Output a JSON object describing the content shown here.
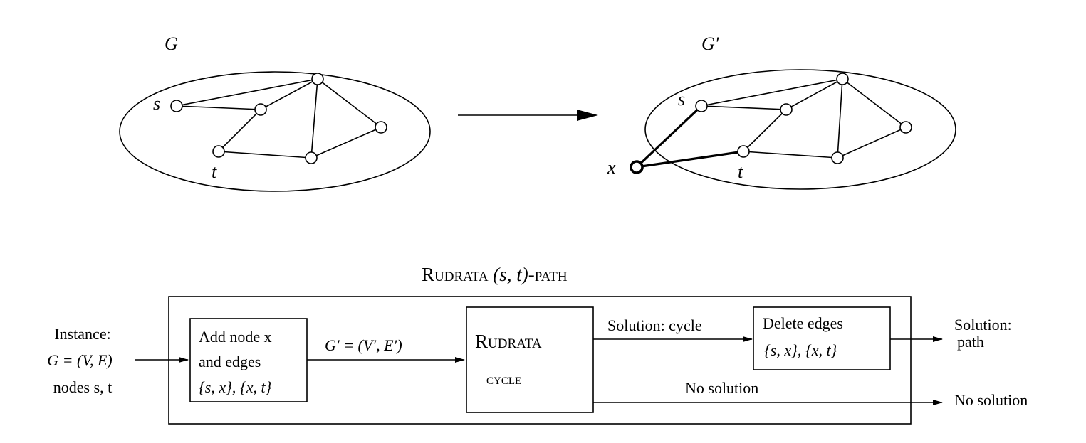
{
  "graph_left": {
    "label": "G",
    "s_label": "s",
    "t_label": "t"
  },
  "graph_right": {
    "label": "G′",
    "s_label": "s",
    "t_label": "t",
    "x_label": "x"
  },
  "reduction": {
    "title_main": "Rudrata",
    "title_args": "(s, t)",
    "title_suffix": "-path",
    "input_lines": [
      "Instance:",
      "G = (V, E)",
      "nodes s, t"
    ],
    "add_box_lines": [
      "Add node x",
      "and edges",
      "{s, x}, {x, t}"
    ],
    "arrow_label": "G′ = (V′, E′)",
    "cycle_box_lines": [
      "Rudrata",
      "cycle"
    ],
    "solution_cycle_label": "Solution: cycle",
    "delete_box_lines": [
      "Delete edges",
      "{s, x}, {x, t}"
    ],
    "output_solution_lines": [
      "Solution:",
      "path"
    ],
    "no_solution_inner": "No solution",
    "no_solution_outer": "No solution"
  }
}
